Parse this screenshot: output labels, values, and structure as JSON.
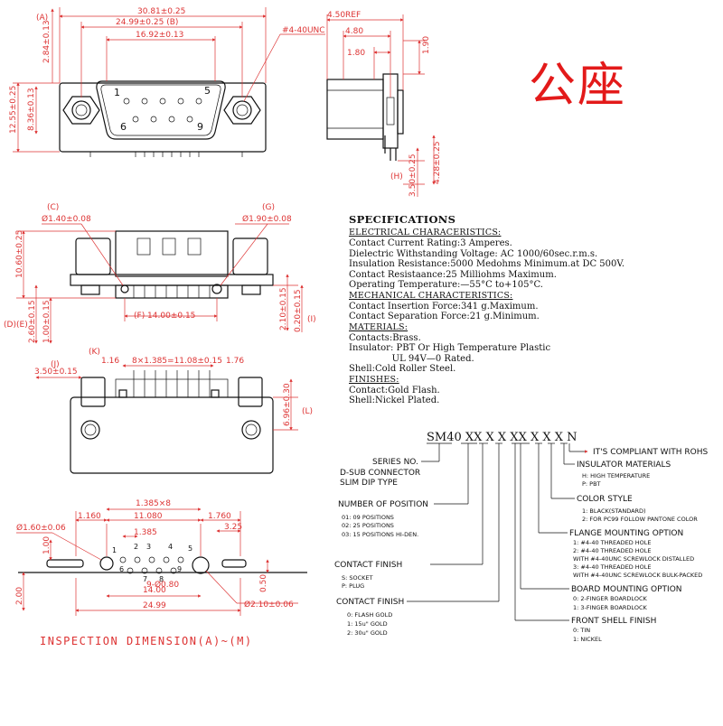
{
  "title_cn": "公座",
  "inspection_note": "INSPECTION DIMENSION(A)~(M)",
  "top_view": {
    "dims": [
      "30.81±0.25",
      "24.99±0.25 (B)",
      "16.92±0.13",
      "(A)",
      "2.84±0.13",
      "12.55±0.25",
      "8.36±0.13",
      "#4-40UNC"
    ],
    "pins_top": [
      "1",
      "5"
    ],
    "pins_bottom": [
      "6",
      "9"
    ]
  },
  "side_view": {
    "dims": [
      "4.50REF",
      "4.80",
      "1.80",
      "1.90",
      "(H)",
      "3.50±0.25",
      "4.28±0.25"
    ]
  },
  "front_view": {
    "dims": [
      "(C)",
      "Ø1.40±0.08",
      "(G)",
      "Ø1.90±0.08",
      "10.60±0.25",
      "(F) 14.00±0.15",
      "(E)",
      "2.60±0.15",
      "(D)",
      "1.00±0.15",
      "(I)",
      "2.10±0.15",
      "0.20±0.15"
    ]
  },
  "bottom_view": {
    "dims": [
      "(K)",
      "(J)",
      "3.50±0.15",
      "1.16",
      "8×1.385=11.08±0.15",
      "1.76",
      "6.96±0.30",
      "(L)"
    ]
  },
  "pcb_layout": {
    "dims": [
      "1.385×8",
      "1.160",
      "11.080",
      "1.760",
      "1.385",
      "3.25",
      "Ø1.60±0.06",
      "1.00",
      "2.00",
      "0.50",
      "9-Ø0.80",
      "14.00",
      "24.99",
      "Ø2.10±0.06"
    ],
    "pins": [
      "1",
      "2",
      "3",
      "4",
      "5",
      "6",
      "7",
      "8",
      "9"
    ]
  },
  "specifications": {
    "title": "SPECIFICATIONS",
    "electrical_header": "ELECTRICAL CHARACERISTICS:",
    "electrical": [
      "Contact Current Rating:3 Amperes.",
      "Dielectric Withstanding Voltage: AC 1000/60sec.r.m.s.",
      "Insulation Resistance:5000 Medohms Minimum.at DC 500V.",
      "Contact Resistaance:25 Milliohms Maximum.",
      "Operating Temperature:—55°C to+105°C."
    ],
    "mechanical_header": "MECHANICAL CHARACTERISTICS:",
    "mechanical": [
      "Contact Insertion Force:341 g.Maximum.",
      "Contact Separation Force:21 g.Minimum."
    ],
    "materials_header": "MATERIALS:",
    "materials": [
      "Contacts:Brass.",
      "Insulator: PBT Or High Temperature Plastic",
      "               UL 94V—0 Rated.",
      "Shell:Cold Roller Steel."
    ],
    "finishes_header": "FINISHES:",
    "finishes": [
      "Contact:Gold Flash.",
      "Shell:Nickel Plated."
    ]
  },
  "part_code": {
    "code": "SM40 XX X X XX X X X N",
    "rohs": "IT'S COMPLIANT WITH ROHS",
    "insulator_materials": {
      "label": "INSULATOR MATERIALS",
      "options": [
        "H: HIGH TEMPERATURE",
        "P: PBT"
      ]
    },
    "color_style": {
      "label": "COLOR STYLE",
      "options": [
        "1: BLACK(STANDARD)",
        "2: FOR PC99 FOLLOW PANTONE COLOR"
      ]
    },
    "series": {
      "label": "SERIES NO.",
      "lines": [
        "D-SUB CONNECTOR",
        "SLIM DIP TYPE"
      ]
    },
    "flange": {
      "label": "FLANGE MOUNTING OPTION",
      "options": [
        "1: #4-40 THREADED HOLE",
        "2: #4-40 THREADED HOLE",
        "   WITH #4-40UNC SCREWLOCK DISTALLED",
        "3: #4-40 THREADED HOLE",
        "   WITH #4-40UNC SCREWLOCK BULK-PACKED"
      ]
    },
    "positions": {
      "label": "NUMBER OF POSITION",
      "options": [
        "01: 09 POSITIONS",
        "02: 25 POSITIONS",
        "03: 15 POSITIONS HI-DEN."
      ]
    },
    "contact_finish_a": {
      "label": "CONTACT FINISH",
      "options": [
        "S: SOCKET",
        "P: PLUG"
      ]
    },
    "board_mounting": {
      "label": "BOARD MOUNTING OPTION",
      "options": [
        "0: 2-FINGER BOARDLOCK",
        "1: 3-FINGER BOARDLOCK"
      ]
    },
    "contact_finish_b": {
      "label": "CONTACT FINISH",
      "options": [
        "0: FLASH GOLD",
        "1: 15u\" GOLD",
        "2: 30u\" GOLD"
      ]
    },
    "front_shell": {
      "label": "FRONT SHELL FINISH",
      "options": [
        "0: TIN",
        "1: NICKEL"
      ]
    }
  }
}
